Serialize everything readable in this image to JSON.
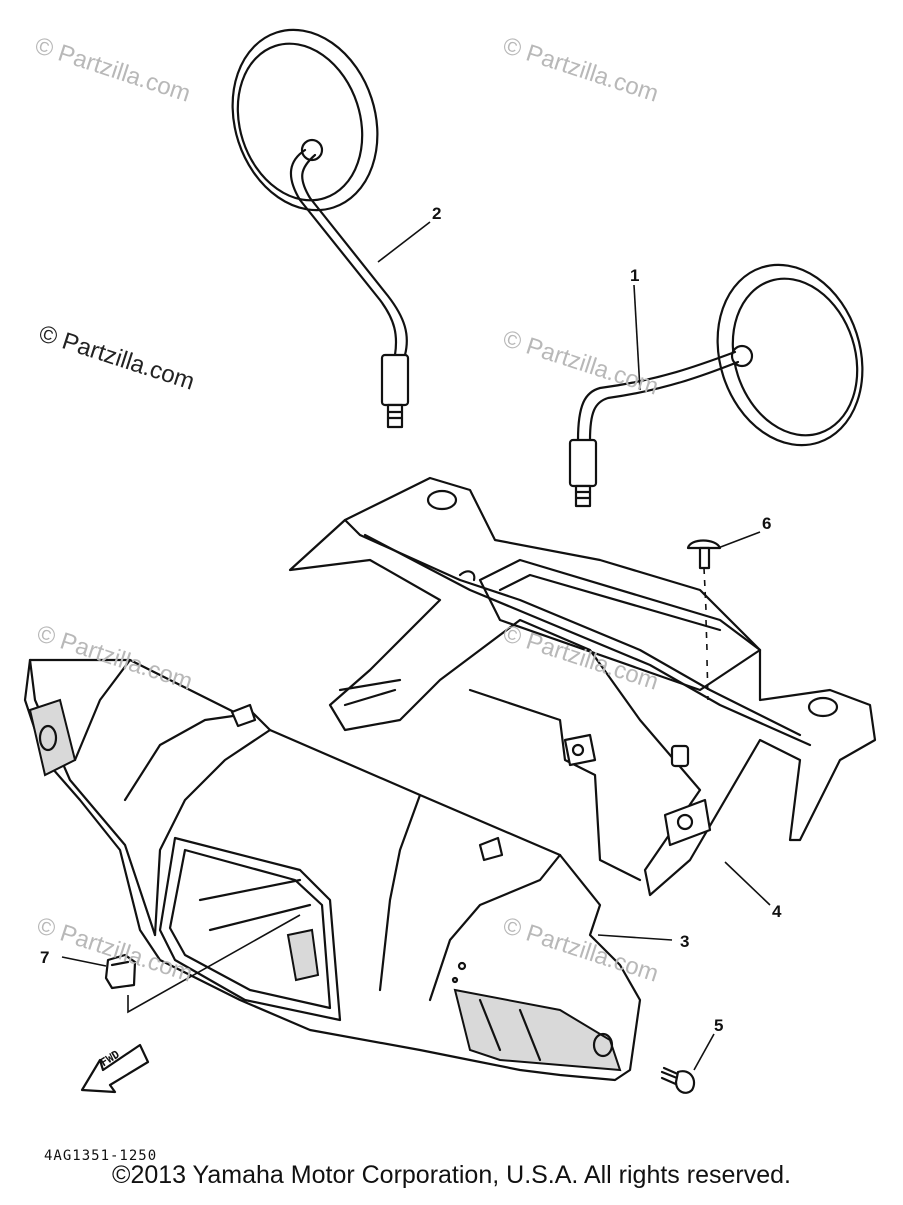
{
  "watermarks": {
    "main": "© Partzilla.com",
    "faint": "© Partzilla.com"
  },
  "callouts": {
    "c1": "1",
    "c2": "2",
    "c3": "3",
    "c4": "4",
    "c5": "5",
    "c6": "6",
    "c7": "7"
  },
  "fwd_label": "FWD",
  "drawing_code": "4AG1351-1250",
  "copyright": "©2013 Yamaha Motor Corporation, U.S.A. All rights reserved."
}
